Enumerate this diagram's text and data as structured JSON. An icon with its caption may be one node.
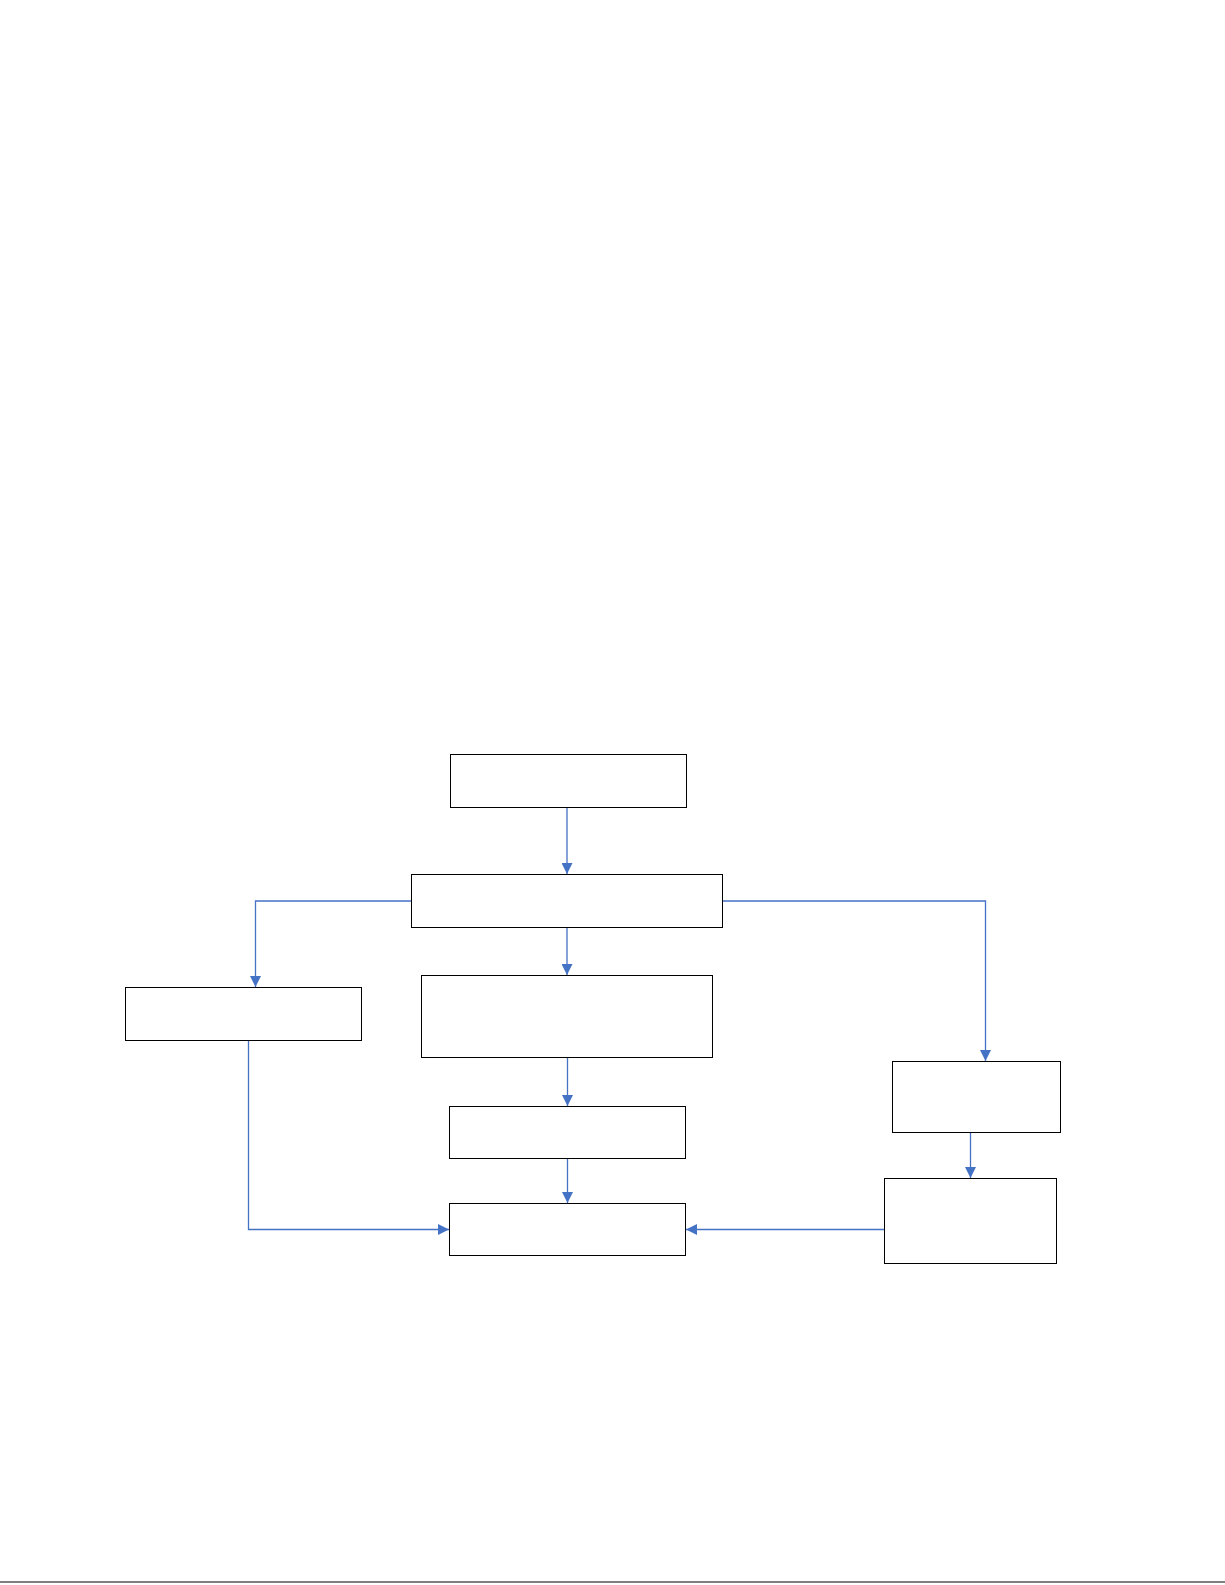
{
  "diagram": {
    "nodes": [
      {
        "text": [],
        "shape": "box"
      },
      {
        "text": [],
        "shape": "box"
      },
      {
        "text": [],
        "shape": "box"
      },
      {
        "text": [],
        "shape": "box"
      },
      {
        "text": [],
        "shape": "box"
      },
      {
        "text": [],
        "shape": "box"
      },
      {
        "text": [],
        "shape": "box"
      },
      {
        "text": [],
        "shape": "box"
      }
    ],
    "edges": [
      {
        "from": 0,
        "to": 1,
        "arrow": "to"
      },
      {
        "from": 1,
        "to": 2,
        "arrow": "to"
      },
      {
        "from": 1,
        "to": 3,
        "arrow": "to"
      },
      {
        "from": 1,
        "to": 4,
        "arrow": "to"
      },
      {
        "from": 3,
        "to": 5,
        "arrow": "to"
      },
      {
        "from": 2,
        "to": 7,
        "arrow": "to"
      },
      {
        "from": 5,
        "to": 7,
        "arrow": "to"
      },
      {
        "from": 4,
        "to": 6,
        "arrow": "to"
      },
      {
        "from": 6,
        "to": 7,
        "arrow": "to"
      }
    ]
  }
}
